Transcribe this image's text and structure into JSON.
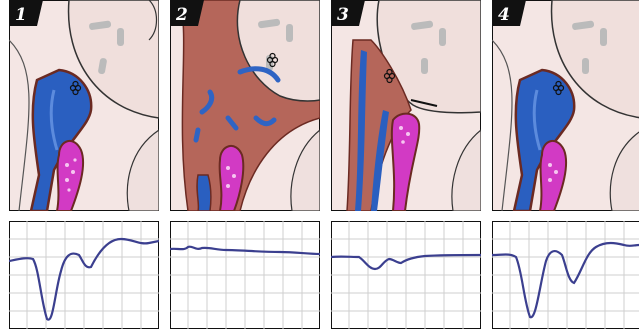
{
  "panels": [
    {
      "number": "1"
    },
    {
      "number": "2"
    },
    {
      "number": "3"
    },
    {
      "number": "4"
    }
  ],
  "colors": {
    "background_tissue": "#f3e4e2",
    "organ": "#eedcd8",
    "fluid": "#b56a5e",
    "vein": "#2d5fb8",
    "cyst": "#d637c8",
    "trace_line": "#3b3f8f",
    "grid": "#c8c8c8"
  }
}
